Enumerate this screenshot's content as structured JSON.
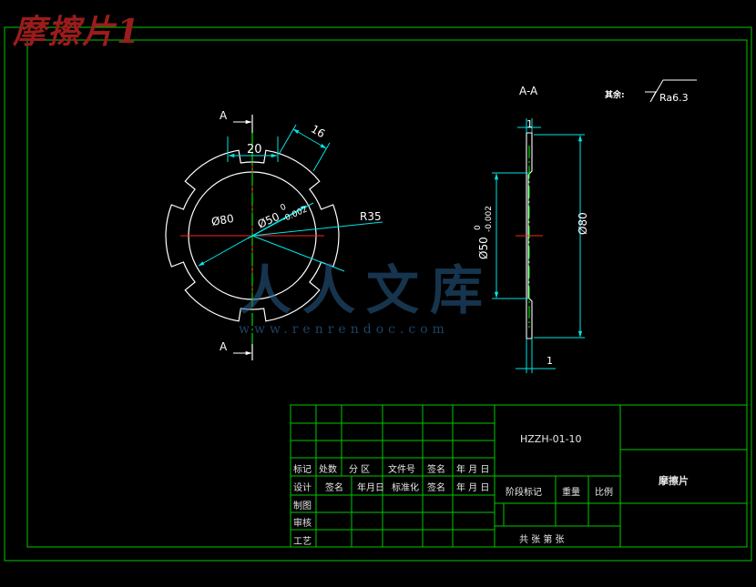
{
  "title": "摩擦片1",
  "section_label": "A-A",
  "section_marks": [
    "A",
    "A"
  ],
  "roughness": {
    "prefix": "其余:",
    "value": "Ra6.3"
  },
  "dimensions": {
    "key_width": "20",
    "key_angle": "16",
    "outer_dia": "Ø80",
    "bore_dia": "Ø50",
    "bore_tol_upper": "0",
    "bore_tol_lower": "-0.002",
    "radius": "R35",
    "side_bore_dia": "Ø50",
    "side_bore_tol_upper": "0",
    "side_bore_tol_lower": "-0.002",
    "side_outer_dia": "Ø80",
    "thickness_top": "1",
    "thickness_bottom": "1"
  },
  "watermark": {
    "name": "人人文库",
    "url": "www.renrendoc.com"
  },
  "title_block": {
    "drawing_number": "HZZH-01-10",
    "part_name": "摩擦片",
    "row_revision": [
      "标记",
      "处数",
      "分 区",
      "文件号",
      "签名",
      "年 月 日"
    ],
    "row_design": [
      "设计",
      "签名",
      "年月日",
      "标准化",
      "签名",
      "年 月 日"
    ],
    "row_labels": [
      "制图",
      "审核",
      "工艺"
    ],
    "stage_label": "阶段标记",
    "weight_label": "重量",
    "scale_label": "比例",
    "sheet_label": "共  张 第  张"
  },
  "colors": {
    "frame": "#00c800",
    "outline": "#ffffff",
    "dimension": "#00e5e5",
    "center_line": "#ff2020",
    "section_line": "#00ff00",
    "title": "#9b1c1c",
    "watermark": "#2a5f8f"
  }
}
